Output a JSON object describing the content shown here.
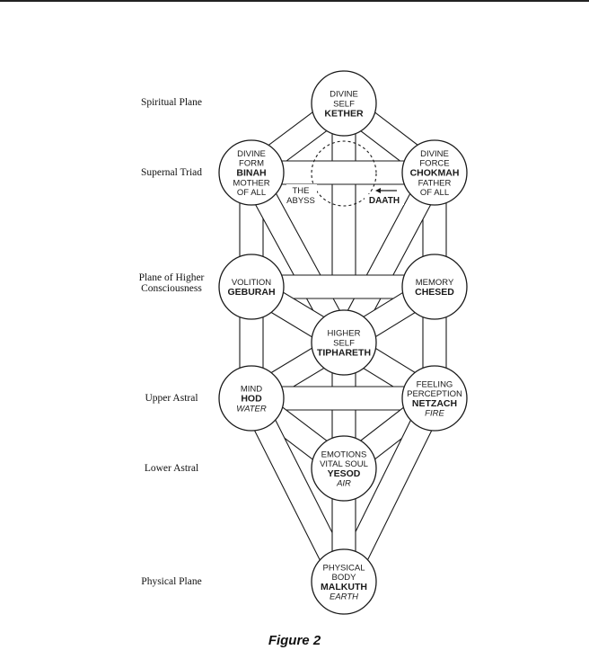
{
  "planes": {
    "spiritual": "Spiritual Plane",
    "supernal": "Supernal Triad",
    "higher_line1": "Plane of Higher",
    "higher_line2": "Consciousness",
    "upper_astral": "Upper Astral",
    "lower_astral": "Lower Astral",
    "physical": "Physical Plane"
  },
  "sephiroth": {
    "kether": {
      "lines": [
        "DIVINE",
        "SELF"
      ],
      "name": "KETHER",
      "element": ""
    },
    "binah": {
      "lines": [
        "DIVINE",
        "FORM"
      ],
      "name": "BINAH",
      "after": [
        "MOTHER",
        "OF ALL"
      ],
      "element": ""
    },
    "chokmah": {
      "lines": [
        "DIVINE",
        "FORCE"
      ],
      "name": "CHOKMAH",
      "after": [
        "FATHER",
        "OF ALL"
      ],
      "element": ""
    },
    "geburah": {
      "lines": [
        "VOLITION"
      ],
      "name": "GEBURAH",
      "element": ""
    },
    "chesed": {
      "lines": [
        "MEMORY"
      ],
      "name": "CHESED",
      "element": ""
    },
    "tiphareth": {
      "lines": [
        "HIGHER",
        "SELF"
      ],
      "name": "TIPHARETH",
      "element": ""
    },
    "hod": {
      "lines": [
        "MIND"
      ],
      "name": "HOD",
      "element": "WATER"
    },
    "netzach": {
      "lines": [
        "FEELING",
        "PERCEPTION"
      ],
      "name": "NETZACH",
      "element": "FIRE"
    },
    "yesod": {
      "lines": [
        "EMOTIONS",
        "VITAL SOUL"
      ],
      "name": "YESOD",
      "element": "AIR"
    },
    "malkuth": {
      "lines": [
        "PHYSICAL",
        "BODY"
      ],
      "name": "MALKUTH",
      "element": "EARTH"
    }
  },
  "abyss": {
    "line1": "THE",
    "line2": "ABYSS"
  },
  "daath": "DAATH",
  "caption": "Figure 2",
  "colors": {
    "ink": "#1a1a1a",
    "background": "#ffffff"
  }
}
